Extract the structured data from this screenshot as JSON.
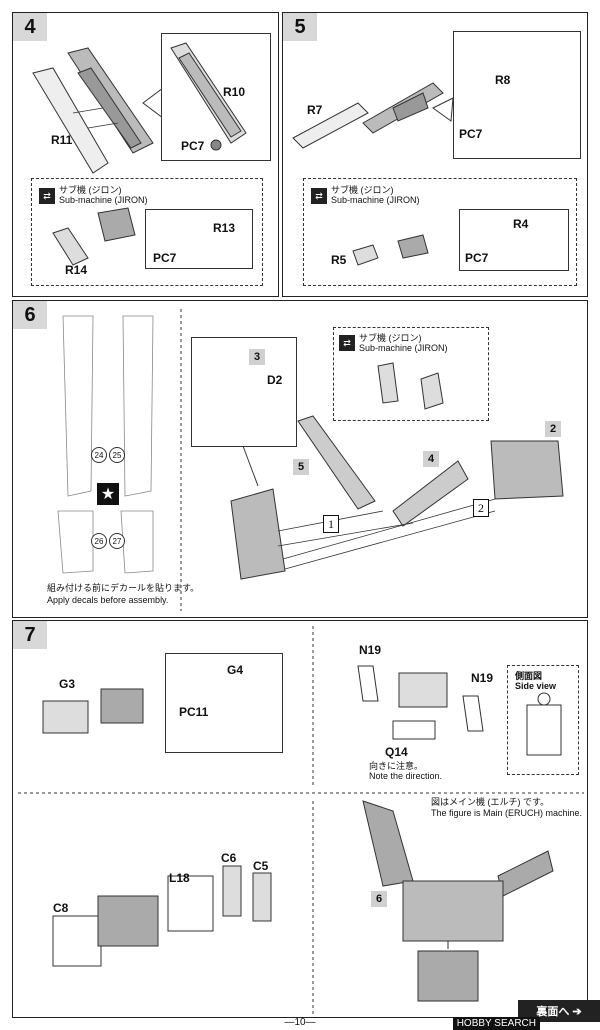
{
  "steps": {
    "s4": {
      "num": "4",
      "parts": {
        "r10": "R10",
        "r11": "R11",
        "pc7": "PC7",
        "r13": "R13",
        "r14": "R14",
        "pc7b": "PC7"
      }
    },
    "s5": {
      "num": "5",
      "parts": {
        "r7": "R7",
        "r8": "R8",
        "pc7": "PC7",
        "r4": "R4",
        "r5": "R5",
        "pc7b": "PC7"
      }
    },
    "s6": {
      "num": "6",
      "parts": {
        "d2": "D2",
        "n3": "3",
        "n4": "4",
        "n5": "5",
        "n2": "2",
        "box1": "1",
        "box2": "2",
        "c24": "24",
        "c25": "25",
        "c26": "26",
        "c27": "27",
        "star": "★"
      }
    },
    "s7": {
      "num": "7",
      "parts": {
        "g3": "G3",
        "g4": "G4",
        "pc11": "PC11",
        "n19a": "N19",
        "n19b": "N19",
        "q14": "Q14",
        "c6": "C6",
        "c5": "C5",
        "l18": "L18",
        "c8": "C8",
        "n6": "6"
      }
    }
  },
  "submachine": {
    "jp": "サブ機 (ジロン)",
    "en": "Sub-machine (JIRON)"
  },
  "decal_note": {
    "jp": "組み付ける前にデカールを貼ります。",
    "en": "Apply decals before assembly."
  },
  "direction_note": {
    "jp": "向きに注意。",
    "en": "Note the direction."
  },
  "side_view": {
    "jp": "側面図",
    "en": "Side view"
  },
  "main_note": {
    "jp": "図はメイン機 (エルチ) です。",
    "en": "The figure is Main (ERUCH) machine."
  },
  "footer": {
    "page": "—10—",
    "next": "裏面へ ➔",
    "watermark": "HOBBY SEARCH"
  },
  "swap_icon": "swap-arrows-icon"
}
